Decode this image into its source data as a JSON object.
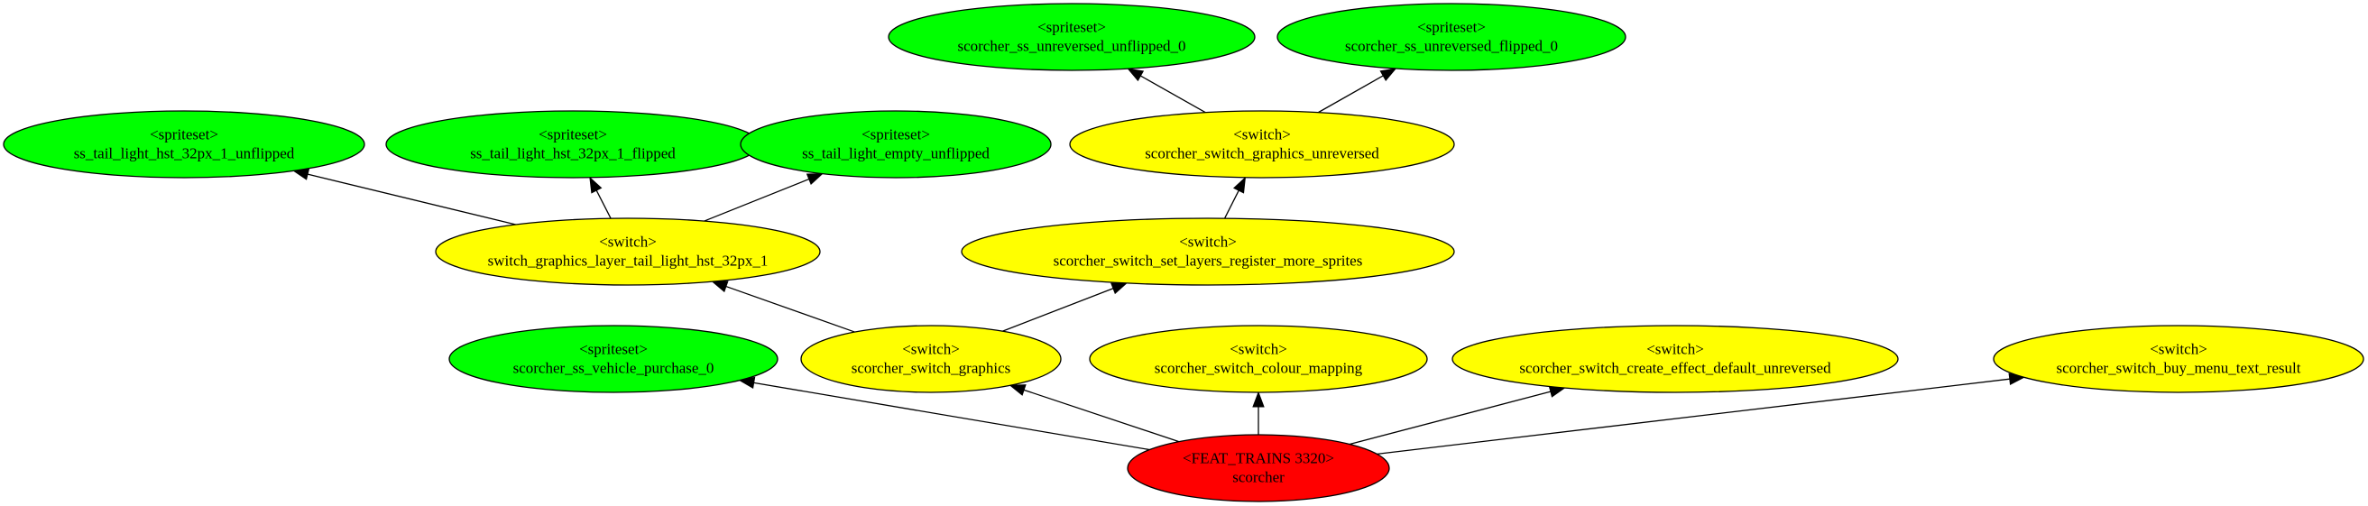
{
  "colors": {
    "spriteset": "#00ff00",
    "switch": "#ffff00",
    "root": "#ff0000",
    "stroke": "#000000"
  },
  "nodes": [
    {
      "id": "ss_unrev_unflipped",
      "type": "spriteset",
      "kind_label": "<spriteset>",
      "name": "scorcher_ss_unreversed_unflipped_0"
    },
    {
      "id": "ss_unrev_flipped",
      "type": "spriteset",
      "kind_label": "<spriteset>",
      "name": "scorcher_ss_unreversed_flipped_0"
    },
    {
      "id": "ss_tail_unflipped",
      "type": "spriteset",
      "kind_label": "<spriteset>",
      "name": "ss_tail_light_hst_32px_1_unflipped"
    },
    {
      "id": "ss_tail_flipped",
      "type": "spriteset",
      "kind_label": "<spriteset>",
      "name": "ss_tail_light_hst_32px_1_flipped"
    },
    {
      "id": "ss_tail_empty",
      "type": "spriteset",
      "kind_label": "<spriteset>",
      "name": "ss_tail_light_empty_unflipped"
    },
    {
      "id": "sw_graphics_unrev",
      "type": "switch",
      "kind_label": "<switch>",
      "name": "scorcher_switch_graphics_unreversed"
    },
    {
      "id": "sw_layer_tail",
      "type": "switch",
      "kind_label": "<switch>",
      "name": "switch_graphics_layer_tail_light_hst_32px_1"
    },
    {
      "id": "sw_set_layers",
      "type": "switch",
      "kind_label": "<switch>",
      "name": "scorcher_switch_set_layers_register_more_sprites"
    },
    {
      "id": "ss_purchase",
      "type": "spriteset",
      "kind_label": "<spriteset>",
      "name": "scorcher_ss_vehicle_purchase_0"
    },
    {
      "id": "sw_graphics",
      "type": "switch",
      "kind_label": "<switch>",
      "name": "scorcher_switch_graphics"
    },
    {
      "id": "sw_colour",
      "type": "switch",
      "kind_label": "<switch>",
      "name": "scorcher_switch_colour_mapping"
    },
    {
      "id": "sw_effect",
      "type": "switch",
      "kind_label": "<switch>",
      "name": "scorcher_switch_create_effect_default_unreversed"
    },
    {
      "id": "sw_buy_menu",
      "type": "switch",
      "kind_label": "<switch>",
      "name": "scorcher_switch_buy_menu_text_result"
    },
    {
      "id": "root",
      "type": "root",
      "kind_label": "<FEAT_TRAINS 3320>",
      "name": "scorcher"
    }
  ],
  "edges": [
    {
      "from": "root",
      "to": "ss_purchase"
    },
    {
      "from": "root",
      "to": "sw_graphics"
    },
    {
      "from": "root",
      "to": "sw_colour"
    },
    {
      "from": "root",
      "to": "sw_effect"
    },
    {
      "from": "root",
      "to": "sw_buy_menu"
    },
    {
      "from": "sw_graphics",
      "to": "sw_layer_tail"
    },
    {
      "from": "sw_graphics",
      "to": "sw_set_layers"
    },
    {
      "from": "sw_set_layers",
      "to": "sw_graphics_unrev"
    },
    {
      "from": "sw_graphics_unrev",
      "to": "ss_unrev_unflipped"
    },
    {
      "from": "sw_graphics_unrev",
      "to": "ss_unrev_flipped"
    },
    {
      "from": "sw_layer_tail",
      "to": "ss_tail_unflipped"
    },
    {
      "from": "sw_layer_tail",
      "to": "ss_tail_flipped"
    },
    {
      "from": "sw_layer_tail",
      "to": "ss_tail_empty"
    }
  ]
}
